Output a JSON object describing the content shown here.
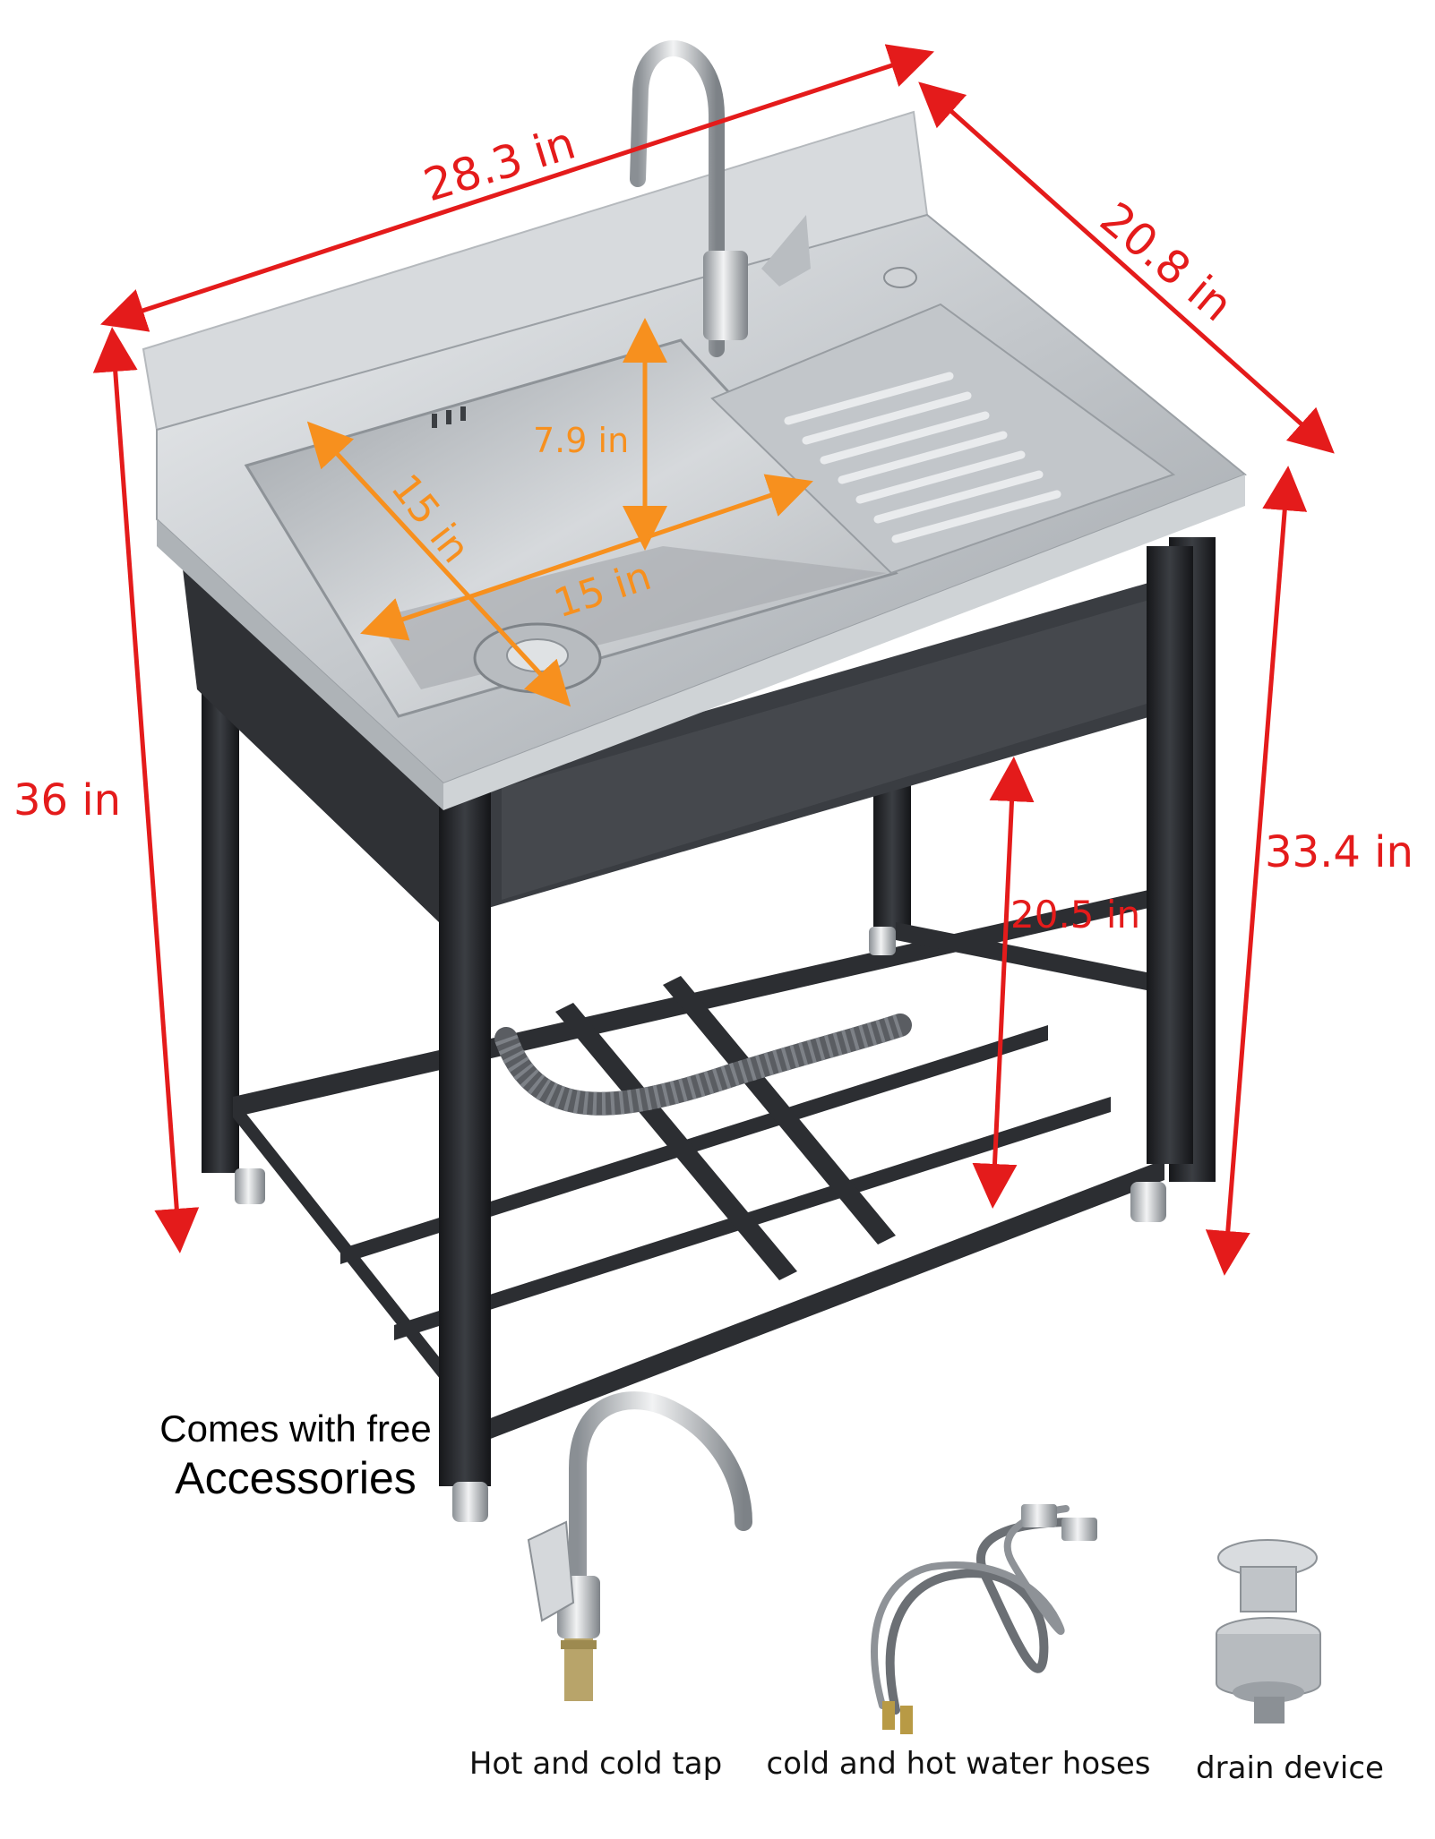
{
  "dimensions": {
    "width": "28.3 in",
    "depth": "20.8 in",
    "total_height": "36 in",
    "counter_height": "33.4 in",
    "shelf_clearance": "20.5 in",
    "basin_depth": "7.9 in",
    "basin_width": "15 in",
    "basin_length": "15 in"
  },
  "accessories": {
    "heading_line1": "Comes with free",
    "heading_line2": "Accessories",
    "items": [
      {
        "caption": "Hot and cold tap",
        "icon": "faucet-icon"
      },
      {
        "caption": "cold and hot water hoses",
        "icon": "braided-hose-icon"
      },
      {
        "caption": "drain device",
        "icon": "drain-strainer-icon"
      }
    ]
  },
  "colors": {
    "dimension_red": "#e41b1b",
    "basin_orange": "#f7901e",
    "steel": "#c9cdd1",
    "frame": "#2a2c30"
  }
}
